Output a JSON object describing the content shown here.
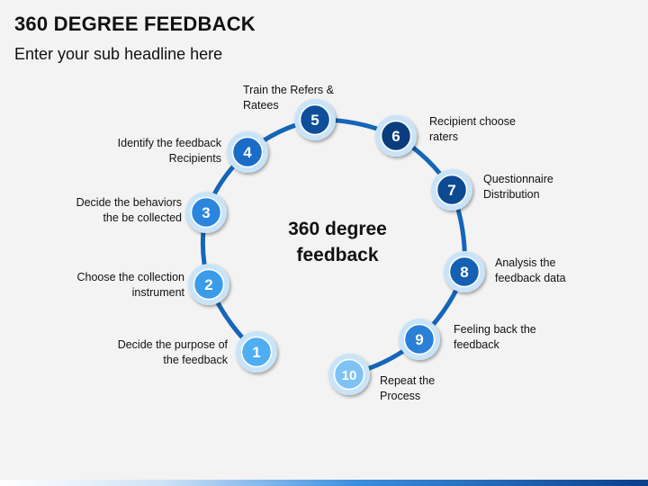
{
  "header": {
    "title": "360 DEGREE FEEDBACK",
    "subtitle": "Enter your sub headline here"
  },
  "center": {
    "line1": "360 degree",
    "line2": "feedback"
  },
  "steps": [
    {
      "number": "1",
      "label_line1": "Decide the purpose of",
      "label_line2": "the feedback",
      "color": "#4faef2"
    },
    {
      "number": "2",
      "label_line1": "Choose the collection",
      "label_line2": "instrument",
      "color": "#3a9be8"
    },
    {
      "number": "3",
      "label_line1": "Decide the behaviors",
      "label_line2": "the be collected",
      "color": "#2a86dc"
    },
    {
      "number": "4",
      "label_line1": "Identify the feedback",
      "label_line2": "Recipients",
      "color": "#1a6cc6"
    },
    {
      "number": "5",
      "label_line1": "Train the Refers &",
      "label_line2": "Ratees",
      "color": "#0f4f9a"
    },
    {
      "number": "6",
      "label_line1": "Recipient choose",
      "label_line2": "raters",
      "color": "#0a3d7e"
    },
    {
      "number": "7",
      "label_line1": "Questionnaire",
      "label_line2": "Distribution",
      "color": "#0d4a92"
    },
    {
      "number": "8",
      "label_line1": "Analysis the",
      "label_line2": "feedback data",
      "color": "#1660b4"
    },
    {
      "number": "9",
      "label_line1": "Feeling back the",
      "label_line2": "feedback",
      "color": "#2a7fd6"
    },
    {
      "number": "10",
      "label_line1": "Repeat the",
      "label_line2": "Process",
      "color": "#7fc3f4"
    }
  ],
  "colors": {
    "arc": "#1565b8",
    "halo": "#c9e4f8",
    "number_text": "#ffffff"
  }
}
